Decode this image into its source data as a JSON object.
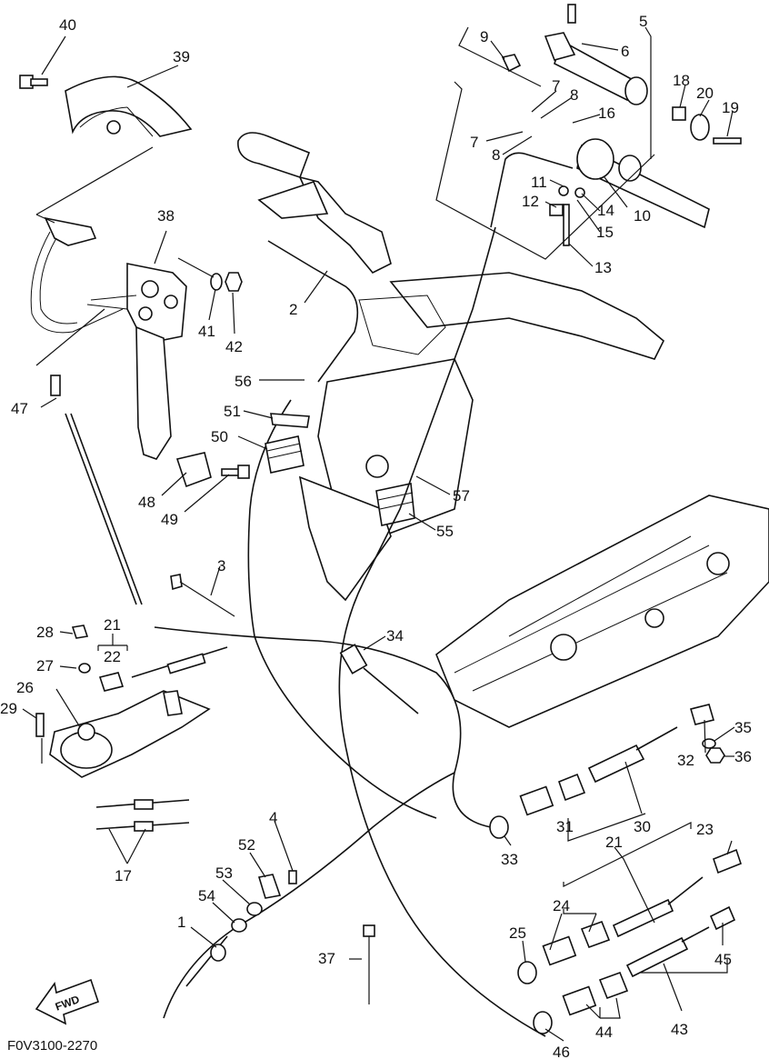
{
  "diagram_code": "F0V3100-2270",
  "fwd_label": "FWD",
  "callouts": [
    {
      "id": "40",
      "text": "40"
    },
    {
      "id": "39",
      "text": "39"
    },
    {
      "id": "38",
      "text": "38"
    },
    {
      "id": "41",
      "text": "41"
    },
    {
      "id": "42",
      "text": "42"
    },
    {
      "id": "47",
      "text": "47"
    },
    {
      "id": "48",
      "text": "48"
    },
    {
      "id": "49",
      "text": "49"
    },
    {
      "id": "2",
      "text": "2"
    },
    {
      "id": "56",
      "text": "56"
    },
    {
      "id": "51",
      "text": "51"
    },
    {
      "id": "50",
      "text": "50"
    },
    {
      "id": "57",
      "text": "57"
    },
    {
      "id": "55",
      "text": "55"
    },
    {
      "id": "3",
      "text": "3"
    },
    {
      "id": "5",
      "text": "5"
    },
    {
      "id": "6",
      "text": "6"
    },
    {
      "id": "9",
      "text": "9"
    },
    {
      "id": "7a",
      "text": "7"
    },
    {
      "id": "8a",
      "text": "8"
    },
    {
      "id": "7b",
      "text": "7"
    },
    {
      "id": "8b",
      "text": "8"
    },
    {
      "id": "16",
      "text": "16"
    },
    {
      "id": "18",
      "text": "18"
    },
    {
      "id": "20",
      "text": "20"
    },
    {
      "id": "19",
      "text": "19"
    },
    {
      "id": "11",
      "text": "11"
    },
    {
      "id": "12",
      "text": "12"
    },
    {
      "id": "14",
      "text": "14"
    },
    {
      "id": "10",
      "text": "10"
    },
    {
      "id": "15",
      "text": "15"
    },
    {
      "id": "13",
      "text": "13"
    },
    {
      "id": "28",
      "text": "28"
    },
    {
      "id": "21a",
      "text": "21"
    },
    {
      "id": "22",
      "text": "22"
    },
    {
      "id": "27",
      "text": "27"
    },
    {
      "id": "26",
      "text": "26"
    },
    {
      "id": "29",
      "text": "29"
    },
    {
      "id": "34",
      "text": "34"
    },
    {
      "id": "17",
      "text": "17"
    },
    {
      "id": "4",
      "text": "4"
    },
    {
      "id": "52",
      "text": "52"
    },
    {
      "id": "53",
      "text": "53"
    },
    {
      "id": "54",
      "text": "54"
    },
    {
      "id": "1",
      "text": "1"
    },
    {
      "id": "37",
      "text": "37"
    },
    {
      "id": "35",
      "text": "35"
    },
    {
      "id": "32",
      "text": "32"
    },
    {
      "id": "36",
      "text": "36"
    },
    {
      "id": "31",
      "text": "31"
    },
    {
      "id": "30",
      "text": "30"
    },
    {
      "id": "33",
      "text": "33"
    },
    {
      "id": "23",
      "text": "23"
    },
    {
      "id": "21b",
      "text": "21"
    },
    {
      "id": "24",
      "text": "24"
    },
    {
      "id": "25",
      "text": "25"
    },
    {
      "id": "45",
      "text": "45"
    },
    {
      "id": "43",
      "text": "43"
    },
    {
      "id": "44",
      "text": "44"
    },
    {
      "id": "46",
      "text": "46"
    }
  ]
}
